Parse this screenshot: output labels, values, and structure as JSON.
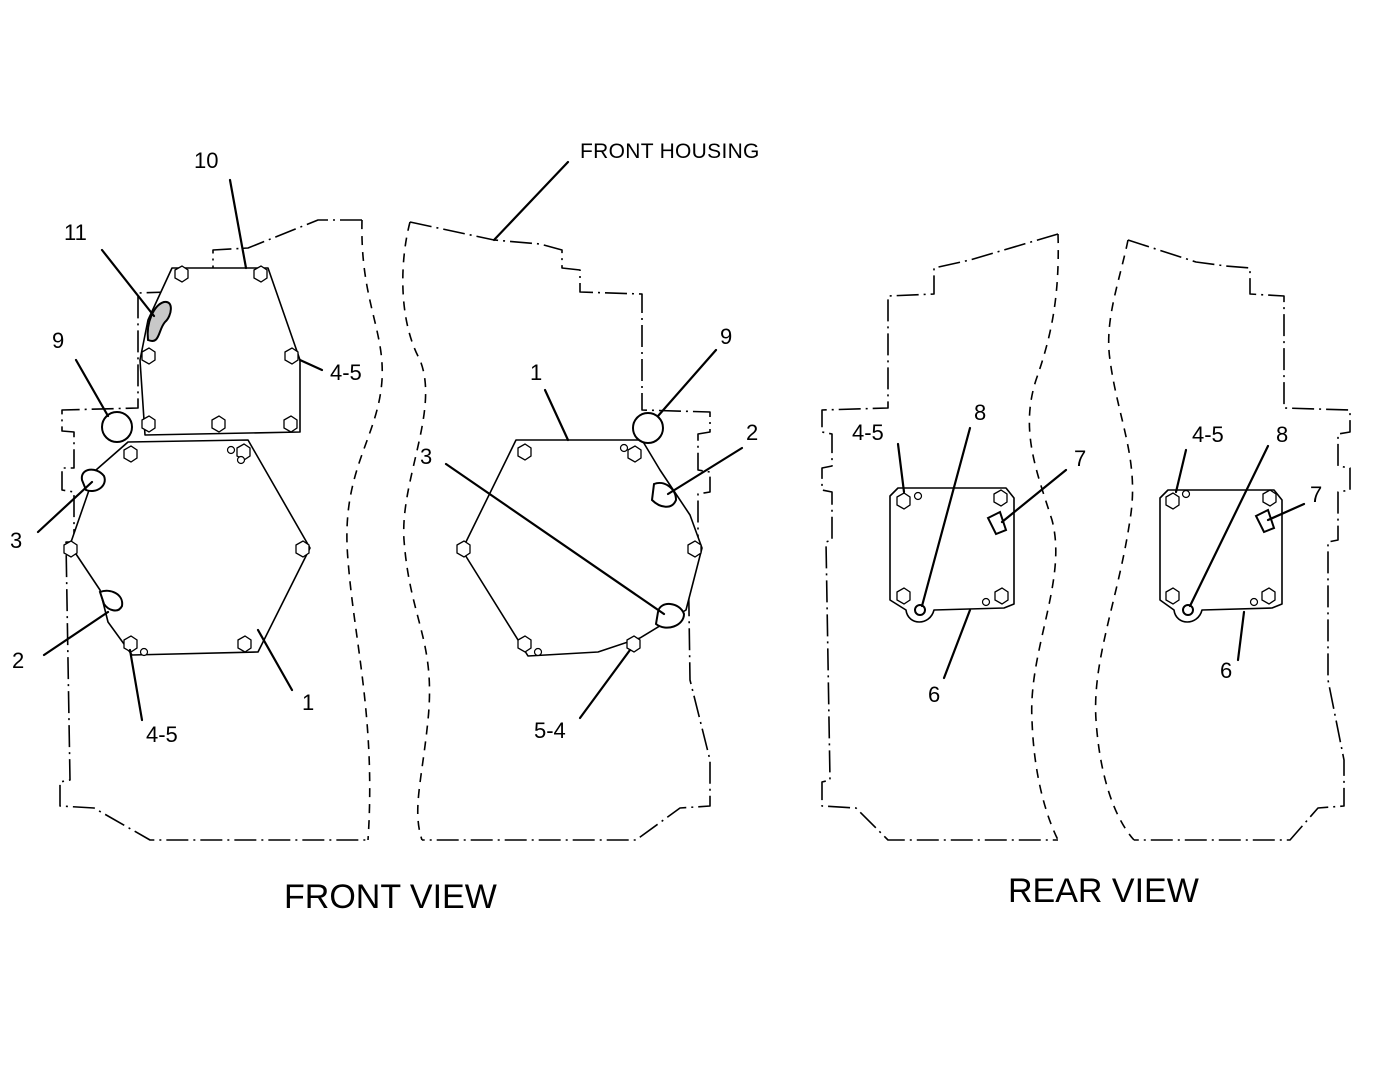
{
  "labels": {
    "front_housing": "FRONT HOUSING",
    "front_view": "FRONT VIEW",
    "rear_view": "REAR VIEW"
  },
  "callouts": {
    "front_a": {
      "c10": "10",
      "c11": "11",
      "c9": "9",
      "c45_top": "4-5",
      "c3": "3",
      "c2": "2",
      "c45_bottom": "4-5",
      "c1": "1"
    },
    "front_b": {
      "c9": "9",
      "c1": "1",
      "c2": "2",
      "c3": "3",
      "c54": "5-4"
    },
    "rear_a": {
      "c45": "4-5",
      "c8": "8",
      "c7": "7",
      "c6": "6"
    },
    "rear_b": {
      "c45": "4-5",
      "c8": "8",
      "c7": "7",
      "c6": "6"
    }
  }
}
